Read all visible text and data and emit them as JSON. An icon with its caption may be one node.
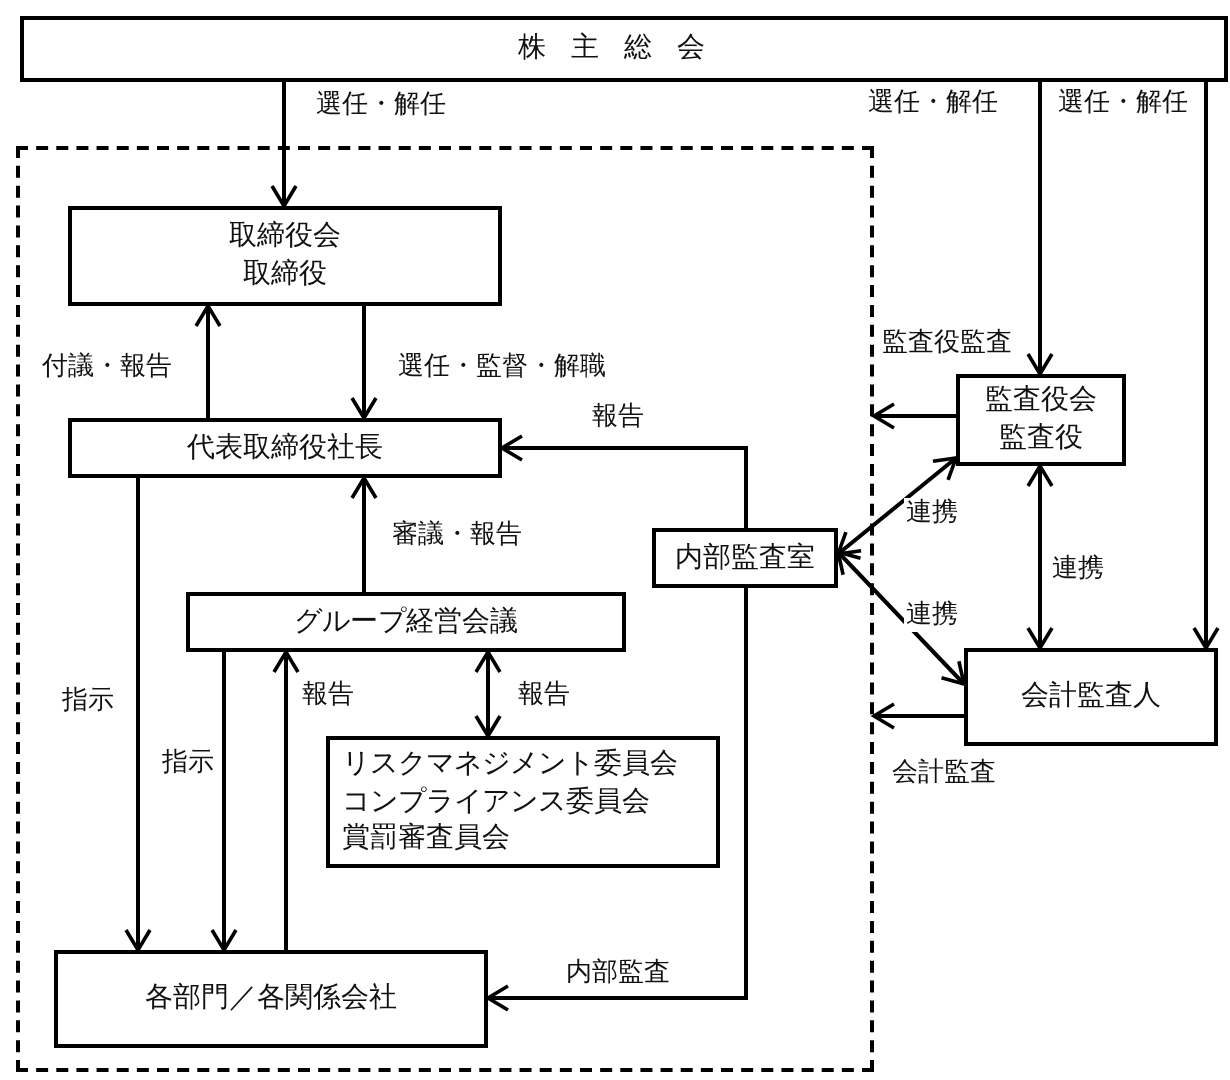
{
  "diagram": {
    "nodes": [
      {
        "text": [
          "株主総会"
        ]
      },
      {
        "text": [],
        "shape": "box"
      },
      {
        "text": [
          "取締役会",
          "取締役"
        ],
        "in": 1
      },
      {
        "text": [
          "代表取締役社長"
        ],
        "in": 1
      },
      {
        "text": [
          "内部監査室"
        ],
        "in": 1
      },
      {
        "text": [
          "グループ経営会議"
        ],
        "in": 1
      },
      {
        "text": [
          "リスクマネジメント委員会",
          "コンプライアンス委員会",
          "賞罰審査員会"
        ],
        "in": 1
      },
      {
        "text": [
          "各部門／各関係会社"
        ],
        "in": 1
      },
      {
        "text": [
          "監査役会",
          "監査役"
        ]
      },
      {
        "text": [
          "会計監査人"
        ]
      }
    ],
    "edges": [
      {
        "from": 0,
        "to": 2,
        "arrow": "to",
        "label": "選任・解任"
      },
      {
        "from": 0,
        "to": 8,
        "arrow": "to",
        "label": "選任・解任"
      },
      {
        "from": 0,
        "to": 9,
        "arrow": "to",
        "label": "選任・解任"
      },
      {
        "from": 3,
        "to": 2,
        "arrow": "to",
        "label": "付議・報告"
      },
      {
        "from": 2,
        "to": 3,
        "arrow": "to",
        "label": "選任・監督・解職"
      },
      {
        "from": 4,
        "to": 3,
        "arrow": "to",
        "label": "報告"
      },
      {
        "from": 5,
        "to": 3,
        "arrow": "to",
        "label": "審議・報告"
      },
      {
        "from": 5,
        "to": 6,
        "arrow": "both",
        "label": "報告"
      },
      {
        "from": 7,
        "to": 5,
        "arrow": "to",
        "label": "報告"
      },
      {
        "from": 3,
        "to": 7,
        "arrow": "to",
        "label": "指示"
      },
      {
        "from": 5,
        "to": 7,
        "arrow": "to",
        "label": "指示"
      },
      {
        "from": 4,
        "to": 7,
        "arrow": "to",
        "label": "内部監査"
      },
      {
        "from": 8,
        "to": 4,
        "arrow": "both",
        "label": "連携"
      },
      {
        "from": 4,
        "to": 9,
        "arrow": "both",
        "label": "連携"
      },
      {
        "from": 8,
        "to": 9,
        "arrow": "both",
        "label": "連携"
      },
      {
        "from": 8,
        "to": 1,
        "arrow": "to",
        "label": "監査役監査"
      },
      {
        "from": 9,
        "to": 1,
        "arrow": "to",
        "label": "会計監査"
      }
    ]
  }
}
